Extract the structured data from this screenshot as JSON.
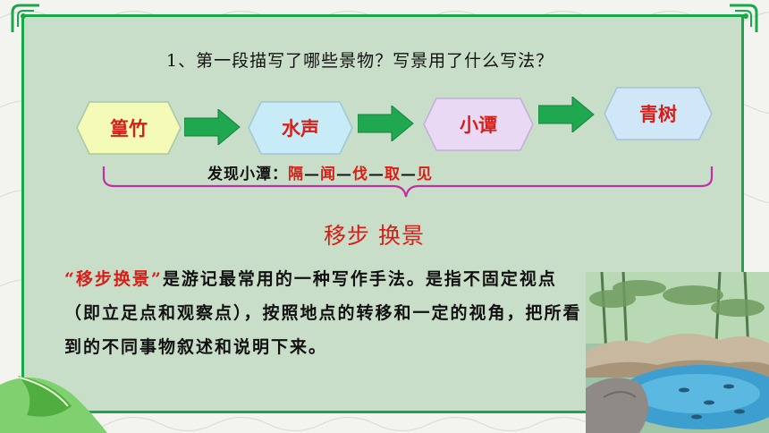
{
  "question": "1、第一段描写了哪些景物？写景用了什么写法？",
  "flow": [
    {
      "label": "篁竹",
      "fill": "#f3fbb6",
      "text_color": "#d91e18"
    },
    {
      "label": "水声",
      "fill": "#c7ecf7",
      "text_color": "#d91e18"
    },
    {
      "label": "小谭",
      "fill": "#e9d9f4",
      "text_color": "#d91e18"
    },
    {
      "label": "青树",
      "fill": "#cfe7f6",
      "text_color": "#d91e18"
    }
  ],
  "discover": {
    "prefix": "发现小潭：",
    "steps": [
      "隔",
      "闻",
      "伐",
      "取",
      "见"
    ],
    "separator": "—"
  },
  "summary_title": "移步 换景",
  "paragraph": {
    "quote": "“移步换景”",
    "body": "是游记最常用的一种写作手法。是指不固定视点（即立足点和观察点），按照地点的转移和一定的视角，把所看到的不同事物叙述和说明下来。"
  },
  "colors": {
    "frame_green": "#18a84a",
    "arrow_green": "#1fa84f",
    "accent_red": "#d91e18",
    "panel_bg": "#c9dec8"
  }
}
